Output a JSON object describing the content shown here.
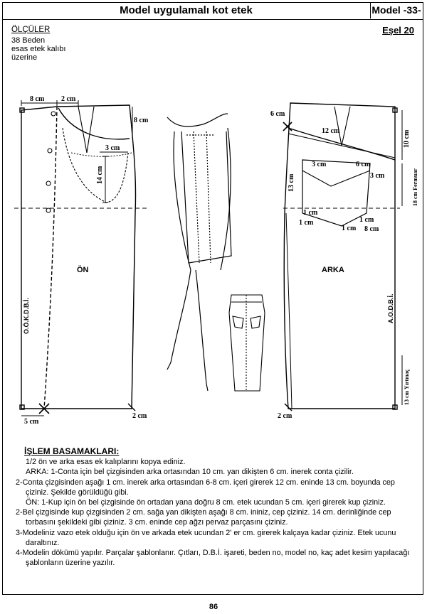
{
  "header": {
    "title": "Model uygulamalı kot etek",
    "model": "Model -33-"
  },
  "measures": {
    "heading": "ÖLÇÜLER",
    "lines": [
      "38 Beden",
      "esas etek kalıbı",
      "üzerine"
    ]
  },
  "figure_label": "Eşel 20",
  "front": {
    "name": "ÖN",
    "side_label": "O.Ö.K.D.B.İ.",
    "dims": {
      "top_left": "8 cm",
      "top_mid": "2 cm",
      "side_top": "8 cm",
      "pocket_w": "3 cm",
      "pocket_h": "14 cm",
      "bottom_left": "5 cm",
      "bottom_right": "2 cm"
    }
  },
  "back": {
    "name": "ARKA",
    "side_label": "A.O.D.B.İ.",
    "dims": {
      "top_left": "6 cm",
      "yoke_w": "12 cm",
      "right_10": "10 cm",
      "zip": "18 cm Fermuar",
      "pocket_13": "13 cm",
      "p3a": "3 cm",
      "p3b": "3 cm",
      "p6": "6 cm",
      "p1a": "1 cm",
      "p1b": "1 cm",
      "p1c": "1 cm",
      "p1d": "1 cm",
      "p8": "8 cm",
      "slit": "13 cm Yırtmaç",
      "bottom": "2 cm"
    }
  },
  "steps": {
    "title": "İŞLEM BASAMAKLARI:",
    "items": [
      "1/2 ön ve arka esas ek kalıplarını kopya ediniz.",
      "ARKA: 1-Conta için bel çizgisinden arka ortasından 10 cm. yan dikişten 6 cm. inerek conta çizilir.",
      "2-Conta çizgisinden aşağı  1 cm. inerek arka ortasından 6-8 cm. içeri girerek 12 cm. eninde 13 cm. boyunda cep çiziniz. Şekilde görüldüğü gibi.",
      "ÖN: 1-Kup için ön bel çizgisinde ön ortadan yana doğru 8 cm. etek ucundan 5 cm. içeri girerek kup çiziniz.",
      "2-Bel çizgisinde kup çizgisinden 2 cm. sağa yan dikişten aşağı 8 cm. ininiz, cep çiziniz. 14 cm. derinliğinde cep torbasını şekildeki gibi çiziniz. 3 cm. eninde cep ağzı pervaz parçasını çiziniz.",
      "3-Modeliniz vazo etek olduğu için ön ve arkada etek ucundan 2' er cm. girerek kalçaya kadar çiziniz. Etek ucunu daraltınız.",
      "4-Modelin dökümü yapılır. Parçalar şablonlanır. Çıtları, D.B.İ. işareti, beden no, model no, kaç adet kesim yapılacağı şablonların üzerine yazılır."
    ]
  },
  "page_number": "86"
}
